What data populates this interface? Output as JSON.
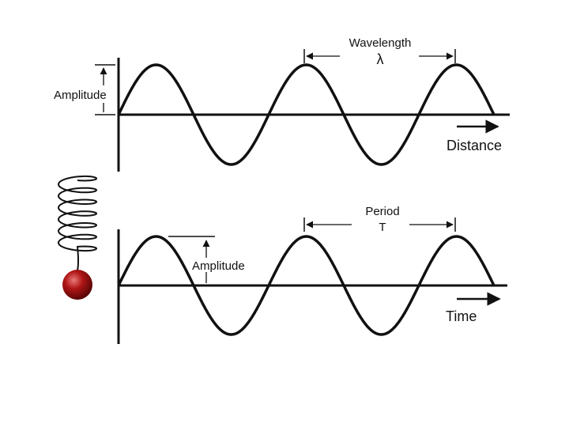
{
  "diagram": {
    "top_panel": {
      "amplitude_label": "Amplitude",
      "wavelength_label": "Wavelength",
      "wavelength_symbol": "λ",
      "x_axis_label": "Distance"
    },
    "bottom_panel": {
      "amplitude_label": "Amplitude",
      "period_label": "Period",
      "period_symbol": "T",
      "x_axis_label": "Time"
    },
    "colors": {
      "line": "#111111",
      "ball": "#b01515",
      "ball_highlight": "#e06060"
    }
  }
}
